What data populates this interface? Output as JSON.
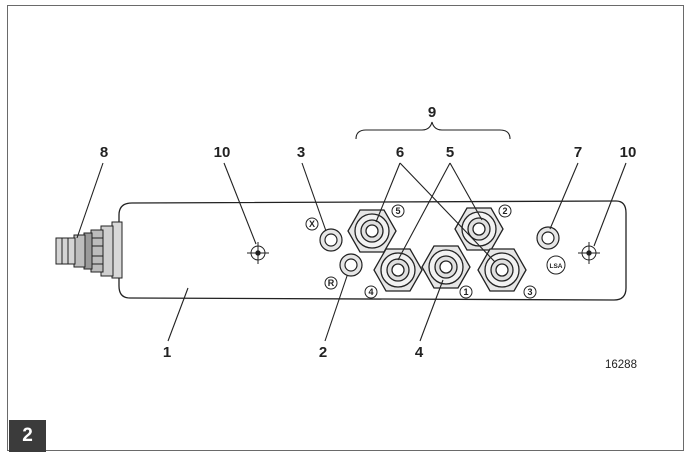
{
  "figure": {
    "number": "2",
    "drawing_number": "16288"
  },
  "callouts": {
    "c1": "1",
    "c2": "2",
    "c3": "3",
    "c4": "4",
    "c5": "5",
    "c6": "6",
    "c7": "7",
    "c8": "8",
    "c9": "9",
    "c10_left": "10",
    "c10_right": "10"
  },
  "port_marks": {
    "p1": "1",
    "p2": "2",
    "p3": "3",
    "p4": "4",
    "p5": "5",
    "x": "X",
    "r": "R",
    "lsa": "LSA"
  },
  "colors": {
    "line": "#222222",
    "port_fill": "#e6e6e6",
    "body_fill": "#ffffff",
    "badge": "#3b3b3b"
  }
}
